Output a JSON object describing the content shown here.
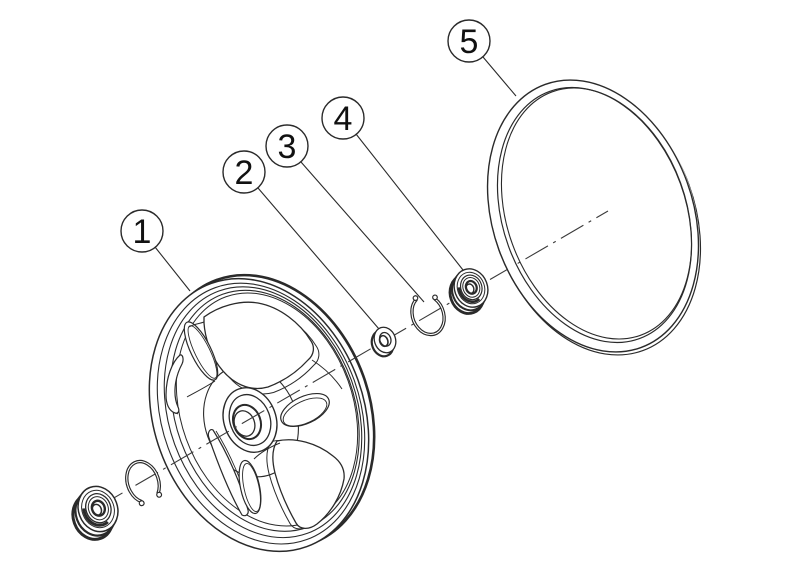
{
  "diagram": {
    "type": "exploded-parts-diagram",
    "background": "#ffffff",
    "line_color": "#2a2a2a",
    "callouts": [
      {
        "label": "1",
        "part": "wheel"
      },
      {
        "label": "2",
        "part": "washer"
      },
      {
        "label": "3",
        "part": "retaining-ring"
      },
      {
        "label": "4",
        "part": "bearing"
      },
      {
        "label": "5",
        "part": "tire"
      }
    ]
  }
}
